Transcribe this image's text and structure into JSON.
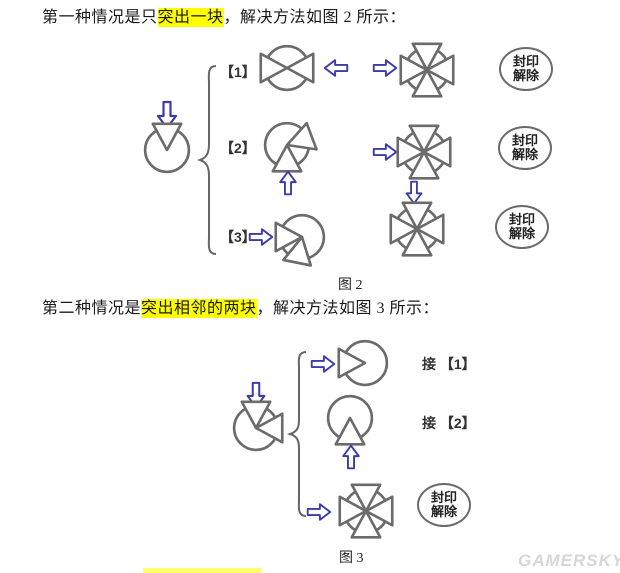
{
  "para1": {
    "pre": "第一种情况是只",
    "highlight": "突出一块",
    "post": "，解决方法如图 2 所示："
  },
  "para2": {
    "pre": "第二种情况是",
    "highlight": "突出相邻的两块",
    "post": "，解决方法如图 3 所示："
  },
  "fig2": {
    "caption": "图 2",
    "row1_label": "【1】",
    "row2_label": "【2】",
    "row3_label": "【3】",
    "description": "circle with one protruding wedge; three rotation cases each ending in seal released"
  },
  "fig3": {
    "caption": "图 3",
    "row1_label": "接 【1】",
    "row2_label": "接 【2】",
    "description": "circle with two adjacent protruding wedges; three cases, last ends in seal released"
  },
  "seal": {
    "line1": "封印",
    "line2": "解除"
  },
  "watermark": "GAMERSKY",
  "colors": {
    "arrow": "#3d3daa",
    "shape_outline": "#6b6b6b",
    "highlight": "#ffff00"
  }
}
